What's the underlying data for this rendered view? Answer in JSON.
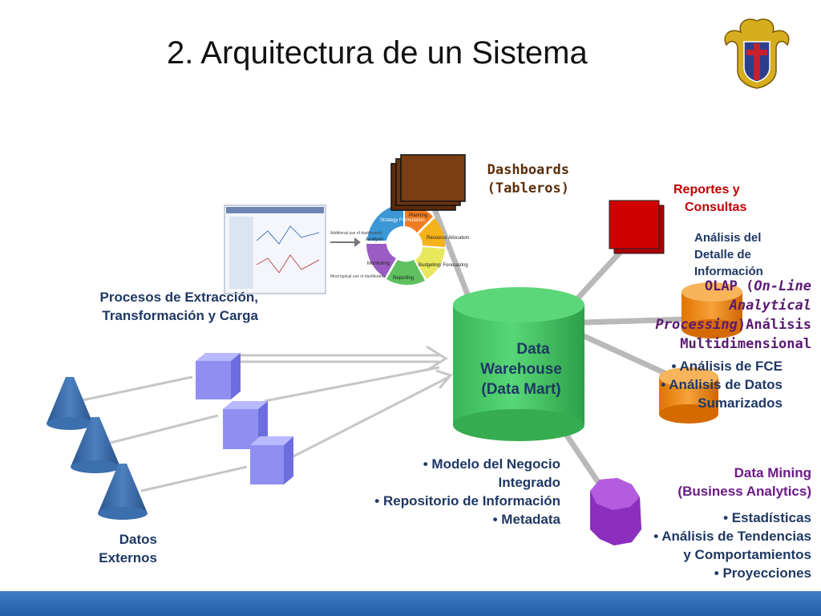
{
  "title": "2. Arquitectura de un Sistema",
  "dashboards": [
    "Dashboards",
    "(Tableros)"
  ],
  "reportes": [
    "Reportes y",
    "Consultas"
  ],
  "reportes_detalle": [
    "Análisis del",
    "Detalle  de",
    "Información"
  ],
  "olap": {
    "l1_prefix": "OLAP (",
    "l1_italic": "On-Line",
    "l2": "Analytical",
    "l3_italic": "Processing",
    "l3_suffix": ")Análisis",
    "l4": "Multidimensional"
  },
  "fce": [
    "• Análisis de FCE",
    "• Análisis de Datos",
    "Sumarizados"
  ],
  "warehouse": [
    "Data",
    "Warehouse",
    "(Data Mart)"
  ],
  "etl": [
    "Procesos de Extracción,",
    "Transformación y Carga"
  ],
  "modelo": [
    "•  Modelo del Negocio",
    "Integrado",
    "• Repositorio de Información",
    "• Metadata"
  ],
  "externos": [
    "Datos",
    "Externos"
  ],
  "mining": [
    "Data Mining",
    "(Business Analytics)"
  ],
  "mining_items": [
    "• Estadísticas",
    "• Análisis de Tendencias",
    "y Comportamientos",
    "• Proyecciones"
  ],
  "cycle_labels": {
    "strategy": "Strategy Formulation",
    "planning": "Planning",
    "resource": "Resource Allocation",
    "budgeting": "Budgeting/ Forecasting",
    "reporting": "Reporting",
    "monitoring": "Monitoring",
    "analysis": "Analysis",
    "additional": "Additional use of dashboards",
    "typical": "Most typical use of dashboards"
  },
  "colors": {
    "title": "#111111",
    "label": "#1f3864",
    "warehouse": "#4ccd6a",
    "dashboard_box": "#6b3410",
    "report_box": "#cc0000",
    "olap_cyl": "#f08a1c",
    "mining_prism": "#9a37c8",
    "cube": "#8f8ff2",
    "cone": "#3b6aa8",
    "bar": "#2f6db8"
  }
}
